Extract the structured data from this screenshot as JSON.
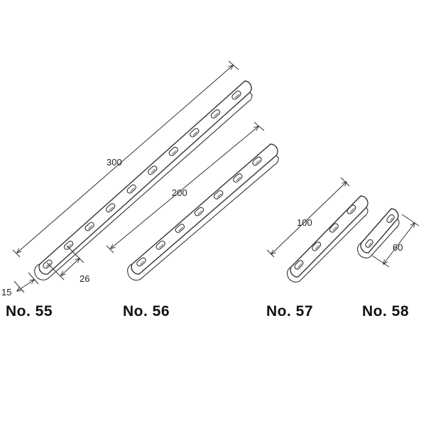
{
  "parts": [
    {
      "id": "no55",
      "label": "No. 55",
      "length": "300",
      "holes": 10
    },
    {
      "id": "no56",
      "label": "No. 56",
      "length": "200",
      "holes": 7
    },
    {
      "id": "no57",
      "label": "No. 57",
      "length": "100",
      "holes": 4
    },
    {
      "id": "no58",
      "label": "No. 58",
      "length": "60",
      "holes": 2
    }
  ],
  "dimensions": {
    "width": "15",
    "hole_pitch": "26"
  }
}
